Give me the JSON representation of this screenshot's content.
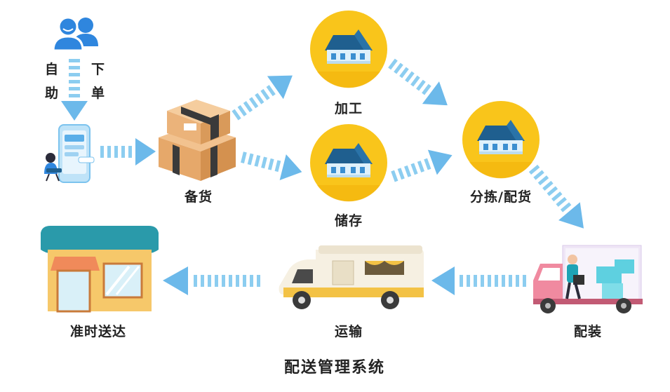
{
  "title": "配送管理系统",
  "order": {
    "chars": [
      "自",
      "助",
      "下",
      "单"
    ]
  },
  "nodes": {
    "prepare": "备货",
    "process": "加工",
    "storage": "储存",
    "sorting": "分拣/配货",
    "loading": "配装",
    "transport": "运输",
    "delivery": "准时送达"
  },
  "colors": {
    "arrow": "#8ccdf0",
    "arrow_head": "#6cb9ea",
    "circle": "#f9c51b",
    "roof": "#1f5f8f",
    "accent": "#2f86de"
  }
}
